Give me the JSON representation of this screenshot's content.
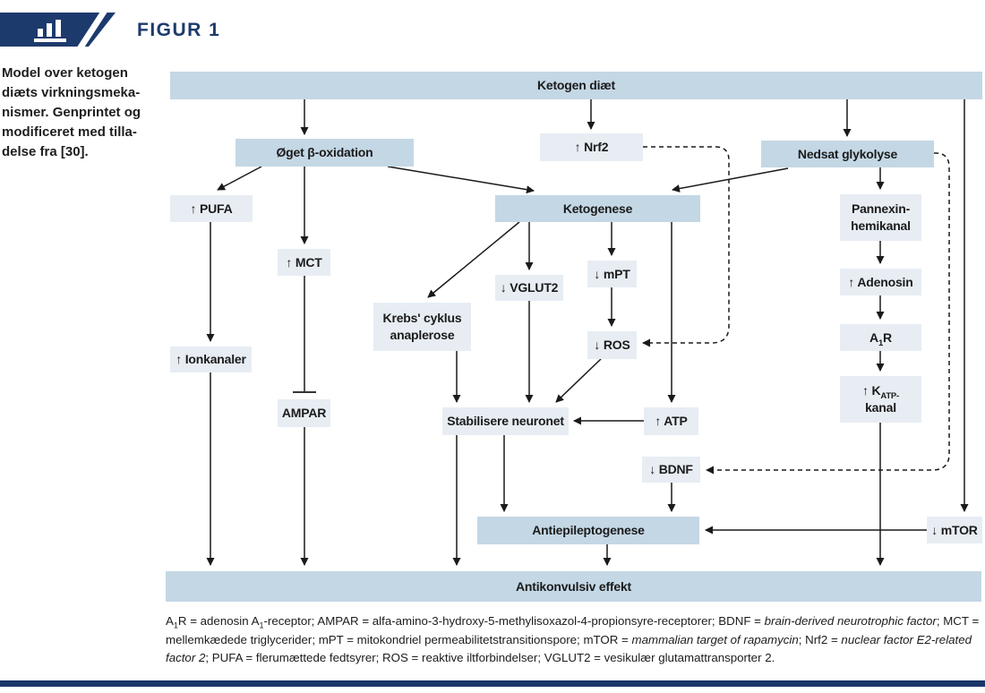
{
  "header": {
    "figure_label": "FIGUR 1"
  },
  "caption": {
    "lines": [
      "Model over ketogen",
      "diæts virkningsmeka-",
      "nismer. Genprintet og",
      "modificeret med tilla-",
      "delse fra [30]."
    ]
  },
  "colors": {
    "navy": "#1d3a6d",
    "box_medium": "#c4d7e5",
    "box_light": "#e7edf3",
    "line": "#1a1a1a"
  },
  "diagram": {
    "nodes": {
      "ketogen_diaet": {
        "label": "Ketogen diæt"
      },
      "oget_beta_oxidation": {
        "label": "Øget β-oxidation"
      },
      "nrf2": {
        "label": "↑ Nrf2"
      },
      "nedsat_glykolyse": {
        "label": "Nedsat glykolyse"
      },
      "pufa": {
        "label": "↑ PUFA"
      },
      "ketogenese": {
        "label": "Ketogenese"
      },
      "pannexin": {
        "line1": "Pannexin-",
        "line2": "hemikanal"
      },
      "mct": {
        "label": "↑ MCT"
      },
      "vglut2": {
        "label": "↓ VGLUT2"
      },
      "mpt": {
        "label": "↓ mPT"
      },
      "adenosin": {
        "label": "↑ Adenosin"
      },
      "krebs": {
        "line1": "Krebs' cyklus",
        "line2": "anaplerose"
      },
      "ros": {
        "label": "↓ ROS"
      },
      "a1r": {
        "pre": "A",
        "sub": "1",
        "post": "R"
      },
      "ionkanaler": {
        "label": "↑ Ionkanaler"
      },
      "katp": {
        "pre": "↑ K",
        "sub": "ATP-",
        "line2": "kanal"
      },
      "ampar": {
        "label": "AMPAR"
      },
      "stabilisere": {
        "label": "Stabilisere neuronet"
      },
      "atp": {
        "label": "↑ ATP"
      },
      "bdnf": {
        "label": "↓ BDNF"
      },
      "antiepileptogenese": {
        "label": "Antiepileptogenese"
      },
      "mtor": {
        "label": "↓ mTOR"
      },
      "antikonvulsiv": {
        "label": "Antikonvulsiv effekt"
      }
    }
  },
  "legend": {
    "segments": [
      {
        "text": "A"
      },
      {
        "text": "1"
      },
      {
        "text": "R = adenosin A"
      },
      {
        "text": "1"
      },
      {
        "text": "-receptor; AMPAR = alfa-amino-3-hydroxy-5-methylisoxazol-4-propionsyre-receptorer; BDNF = "
      },
      {
        "text": "brain-derived neurotrophic factor"
      },
      {
        "text": "; MCT = mellemkædede triglycerider; mPT = mitokondriel permeabilitetstransitionspore; mTOR = "
      },
      {
        "text": "mammalian target of rapamycin"
      },
      {
        "text": "; Nrf2 = "
      },
      {
        "text": "nuclear factor E2-related factor 2"
      },
      {
        "text": "; PUFA = flerumættede fedtsyrer; ROS = reaktive iltforbindelser; VGLUT2 = vesikulær glutamattransporter 2."
      }
    ]
  }
}
